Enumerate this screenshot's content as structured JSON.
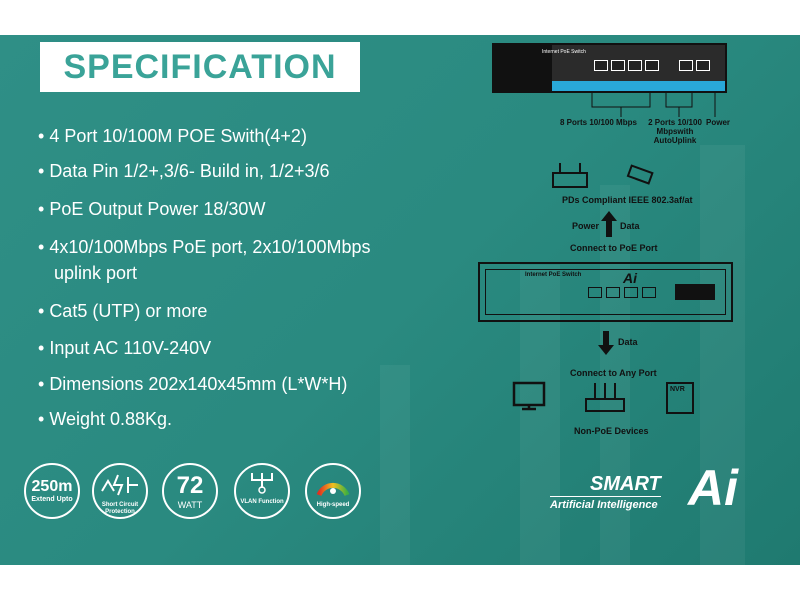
{
  "title": "SPECIFICATION",
  "specs": [
    "4 Port 10/100M POE Swith(4+2)",
    "Data Pin 1/2+,3/6- Build in, 1/2+3/6",
    "PoE Output Power 18/30W",
    "4x10/100Mbps PoE port, 2x10/100Mbps",
    "uplink port",
    "Cat5 (UTP) or more",
    "Input AC 110V-240V",
    "Dimensions 202x140x45mm (L*W*H)",
    "Weight  0.88Kg."
  ],
  "badges": [
    {
      "big": "250m",
      "small": "Extend Upto"
    },
    {
      "small": "Short Circuit Protection"
    },
    {
      "big": "72",
      "small": "WATT"
    },
    {
      "small": "VLAN Function"
    },
    {
      "small": "High-speed"
    }
  ],
  "diagram": {
    "switch_title": "Internet PoE Switch",
    "ports_label": "8 Ports 10/100 Mbps",
    "uplink_label": "2 Ports 10/100 Mbpswith AutoUplink",
    "power_label": "Power",
    "pd_label": "PDs Compliant IEEE 802.3af/at",
    "power": "Power",
    "data": "Data",
    "connect_poe": "Connect to PoE Port",
    "data2": "Data",
    "connect_any": "Connect to Any Port",
    "nvr": "NVR",
    "non_poe": "Non-PoE Devices"
  },
  "logo": {
    "smart": "SMART",
    "ai": "Ai",
    "tagline": "Artificial Intelligence"
  },
  "colors": {
    "background": "#2a8a80",
    "title_text": "#3aa398"
  }
}
